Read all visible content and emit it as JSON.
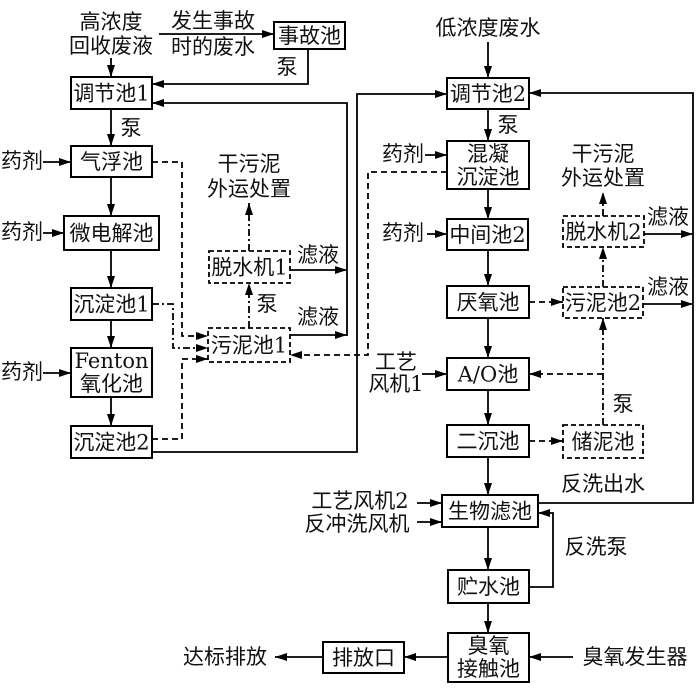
{
  "sources": {
    "high_concentration": [
      "高浓度",
      "回收废液"
    ],
    "accident_wastewater": [
      "发生事故",
      "时的废水"
    ],
    "low_concentration": "低浓度废水",
    "ozone_generator": "臭氧发生器",
    "process_blower_1": [
      "工艺",
      "风机1"
    ],
    "process_blower_2": "工艺风机2",
    "backwash_blower": "反冲洗风机"
  },
  "units": {
    "accident_pool": "事故池",
    "equalization_1": "调节池1",
    "air_flotation": "气浮池",
    "micro_electrolysis": "微电解池",
    "sedimentation_1": "沉淀池1",
    "fenton_oxidation": [
      "Fenton",
      "氧化池"
    ],
    "sedimentation_2": "沉淀池2",
    "sludge_pool_1": "污泥池1",
    "dewaterer_1": "脱水机1",
    "equalization_2": "调节池2",
    "coagulation_sedimentation": [
      "混凝",
      "沉淀池"
    ],
    "intermediate_2": "中间池2",
    "anaerobic": "厌氧池",
    "ao": "A/O池",
    "secondary_sedimentation": "二沉池",
    "sludge_pool_2": "污泥池2",
    "dewaterer_2": "脱水机2",
    "sludge_storage": "储泥池",
    "biofilter": "生物滤池",
    "storage_tank": "贮水池",
    "ozone_contact": [
      "臭氧",
      "接触池"
    ],
    "outlet": "排放口"
  },
  "labels": {
    "pump": "泵",
    "chemical": "药剂",
    "filtrate": "滤液",
    "dry_sludge_disposal": [
      "干污泥",
      "外运处置"
    ],
    "backwash_effluent": "反洗出水",
    "backwash_pump": "反洗泵",
    "discharge": "达标排放"
  }
}
